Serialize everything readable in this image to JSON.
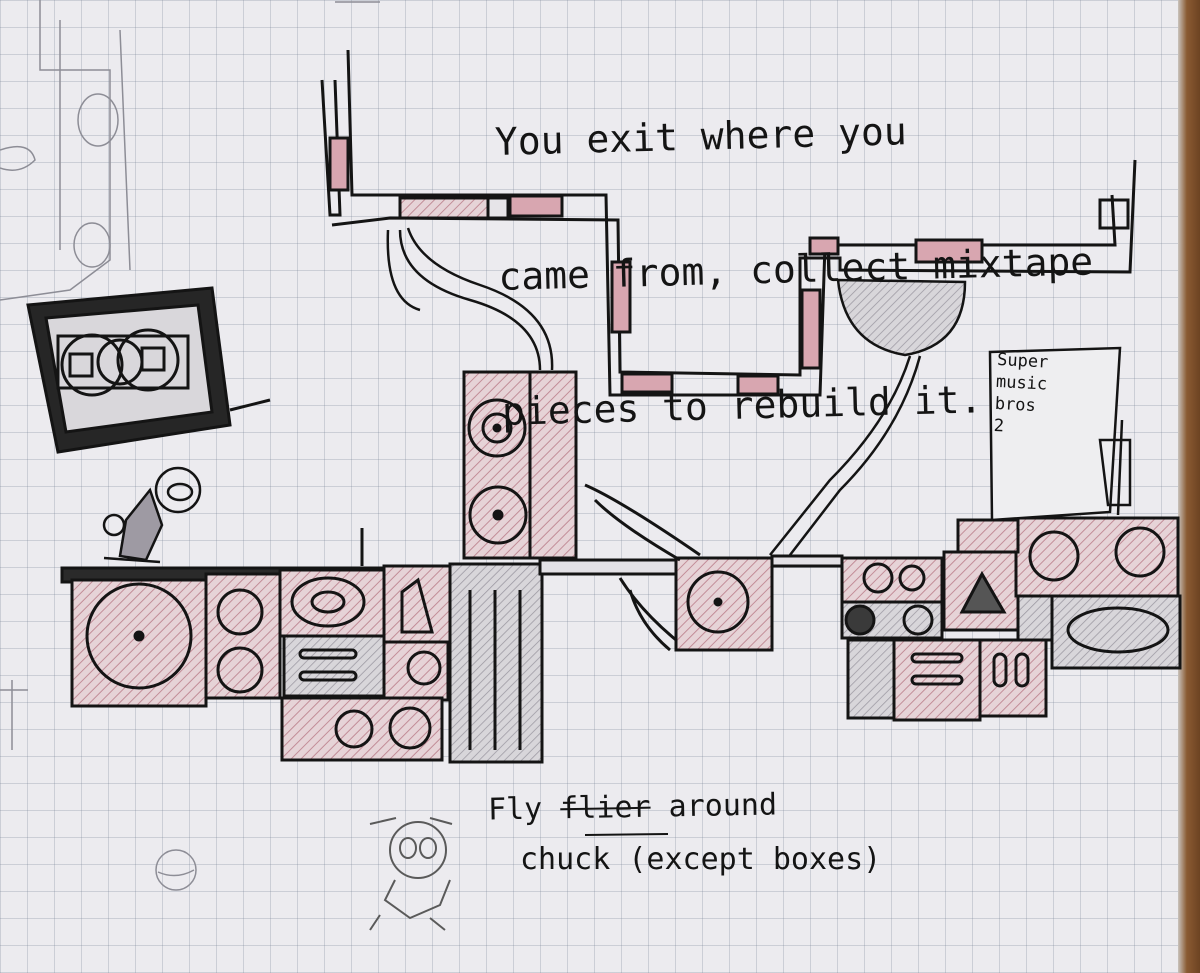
{
  "notes": {
    "top": [
      "You exit where you",
      "came from, collect mixtape",
      "pieces to rebuild it."
    ],
    "fly_word": "Fly",
    "fly_struck": "flier",
    "fly_tail": "around",
    "chuck_word": "chuck",
    "chuck_parens": "(except boxes)"
  },
  "poster": {
    "lines": [
      "Super",
      "music",
      "bros",
      "2"
    ]
  },
  "colors": {
    "ink": "#141414",
    "pink_fill": "#d8a6b0",
    "paper": "#ecebef",
    "grid": "#8a93a6"
  }
}
